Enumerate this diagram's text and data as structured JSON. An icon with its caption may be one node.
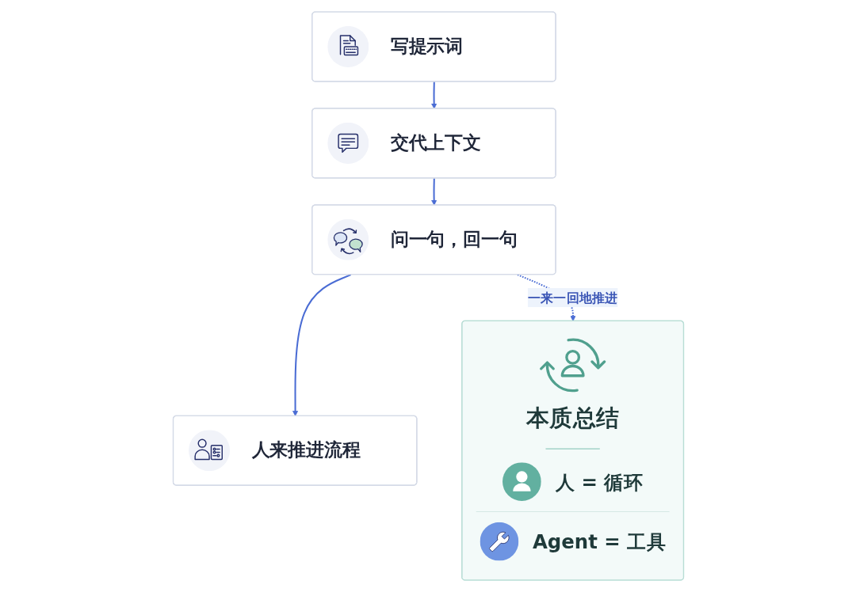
{
  "diagram": {
    "nodes": [
      {
        "text": [
          "写提示词"
        ]
      },
      {
        "text": [
          "交代上下文"
        ]
      },
      {
        "text": [
          "问一句，回一句"
        ]
      },
      {
        "text": [
          "人来推进流程"
        ]
      },
      {
        "text": [
          "本质总结",
          "人 = 循环",
          "Agent = 工具"
        ]
      }
    ],
    "edges": [
      {
        "from": 0,
        "to": 1,
        "arrow": "to"
      },
      {
        "from": 1,
        "to": 2,
        "arrow": "to"
      },
      {
        "from": 2,
        "to": 3,
        "arrow": "to"
      },
      {
        "from": 2,
        "to": 4,
        "arrow": "to",
        "label": "一来一回地推进",
        "style": "dashed"
      }
    ]
  }
}
